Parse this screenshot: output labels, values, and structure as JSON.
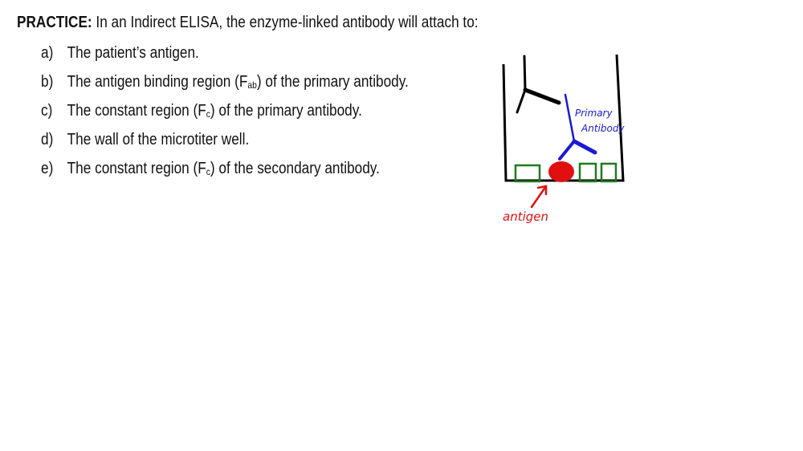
{
  "question": {
    "prefix": "PRACTICE:",
    "text": " In an Indirect ELISA, the enzyme-linked antibody will attach to:"
  },
  "options": [
    {
      "label": "a)",
      "pre": "The patient’s antigen.",
      "sub": "",
      "post": ""
    },
    {
      "label": "b)",
      "pre": "The antigen binding region (F",
      "sub": "ab",
      "post": ") of the primary antibody."
    },
    {
      "label": "c)",
      "pre": "The constant region (F",
      "sub": "c",
      "post": ") of the primary antibody."
    },
    {
      "label": "d)",
      "pre": "The wall of the microtiter well.",
      "sub": "",
      "post": ""
    },
    {
      "label": "e)",
      "pre": "The constant region (F",
      "sub": "c",
      "post": ") of the secondary antibody."
    }
  ],
  "diagram": {
    "primary_label_1": "Primary",
    "primary_label_2": "Antibody",
    "antigen_label": "antigen",
    "colors": {
      "well": "#000000",
      "primary": "#1a1ad0",
      "antigen": "#e01010",
      "blocker": "#1e7a1e"
    }
  }
}
